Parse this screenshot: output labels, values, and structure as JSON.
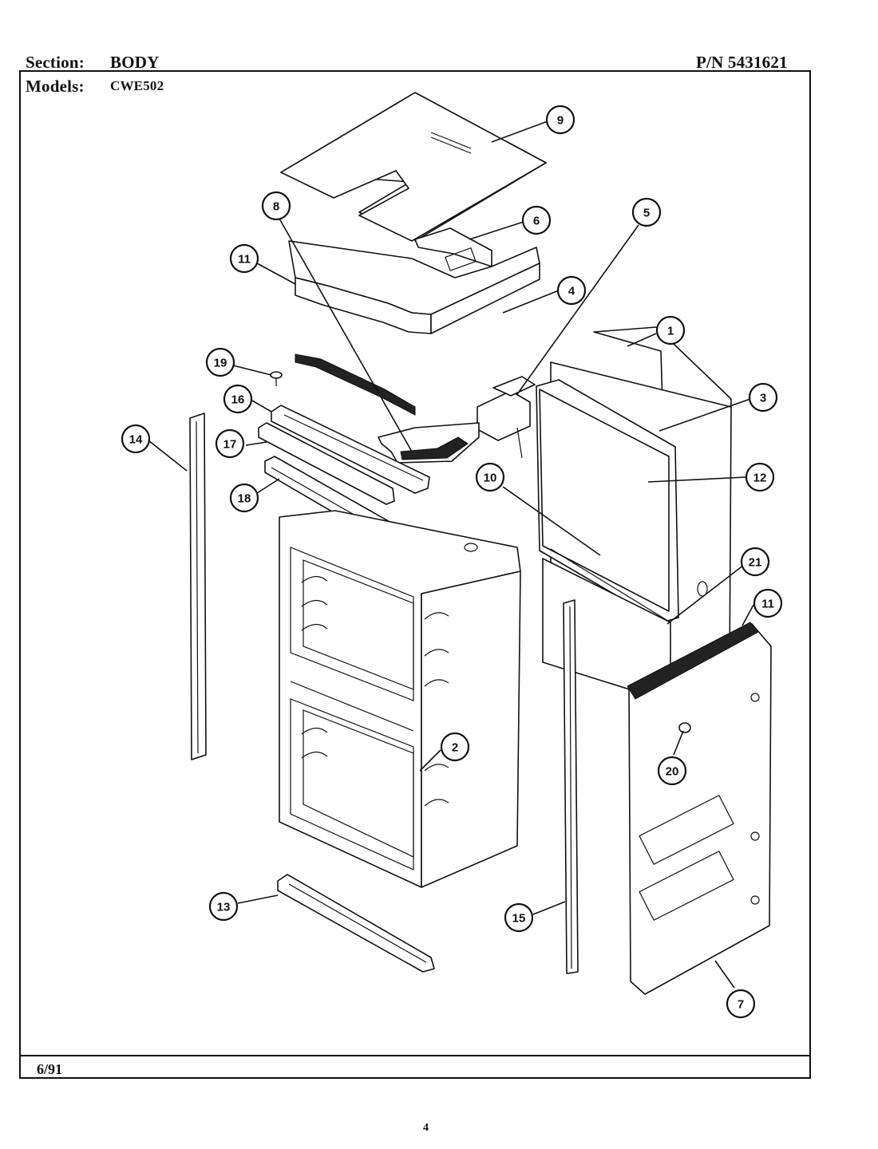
{
  "header": {
    "section_label": "Section:",
    "section_value": "BODY",
    "models_label": "Models:",
    "models_value": "CWE502",
    "part_number": "P/N 5431621"
  },
  "footer": {
    "date": "6/91",
    "page_number": "4"
  },
  "callouts": [
    {
      "id": "c9",
      "label": "9"
    },
    {
      "id": "c6",
      "label": "6"
    },
    {
      "id": "c8",
      "label": "8"
    },
    {
      "id": "c4",
      "label": "4"
    },
    {
      "id": "c5",
      "label": "5"
    },
    {
      "id": "c11a",
      "label": "11"
    },
    {
      "id": "c1",
      "label": "1"
    },
    {
      "id": "c19",
      "label": "19"
    },
    {
      "id": "c3",
      "label": "3"
    },
    {
      "id": "c16",
      "label": "16"
    },
    {
      "id": "c14",
      "label": "14"
    },
    {
      "id": "c17",
      "label": "17"
    },
    {
      "id": "c10",
      "label": "10"
    },
    {
      "id": "c12",
      "label": "12"
    },
    {
      "id": "c18",
      "label": "18"
    },
    {
      "id": "c21",
      "label": "21"
    },
    {
      "id": "c11b",
      "label": "11"
    },
    {
      "id": "c2",
      "label": "2"
    },
    {
      "id": "c20",
      "label": "20"
    },
    {
      "id": "c13",
      "label": "13"
    },
    {
      "id": "c15",
      "label": "15"
    },
    {
      "id": "c7",
      "label": "7"
    }
  ]
}
